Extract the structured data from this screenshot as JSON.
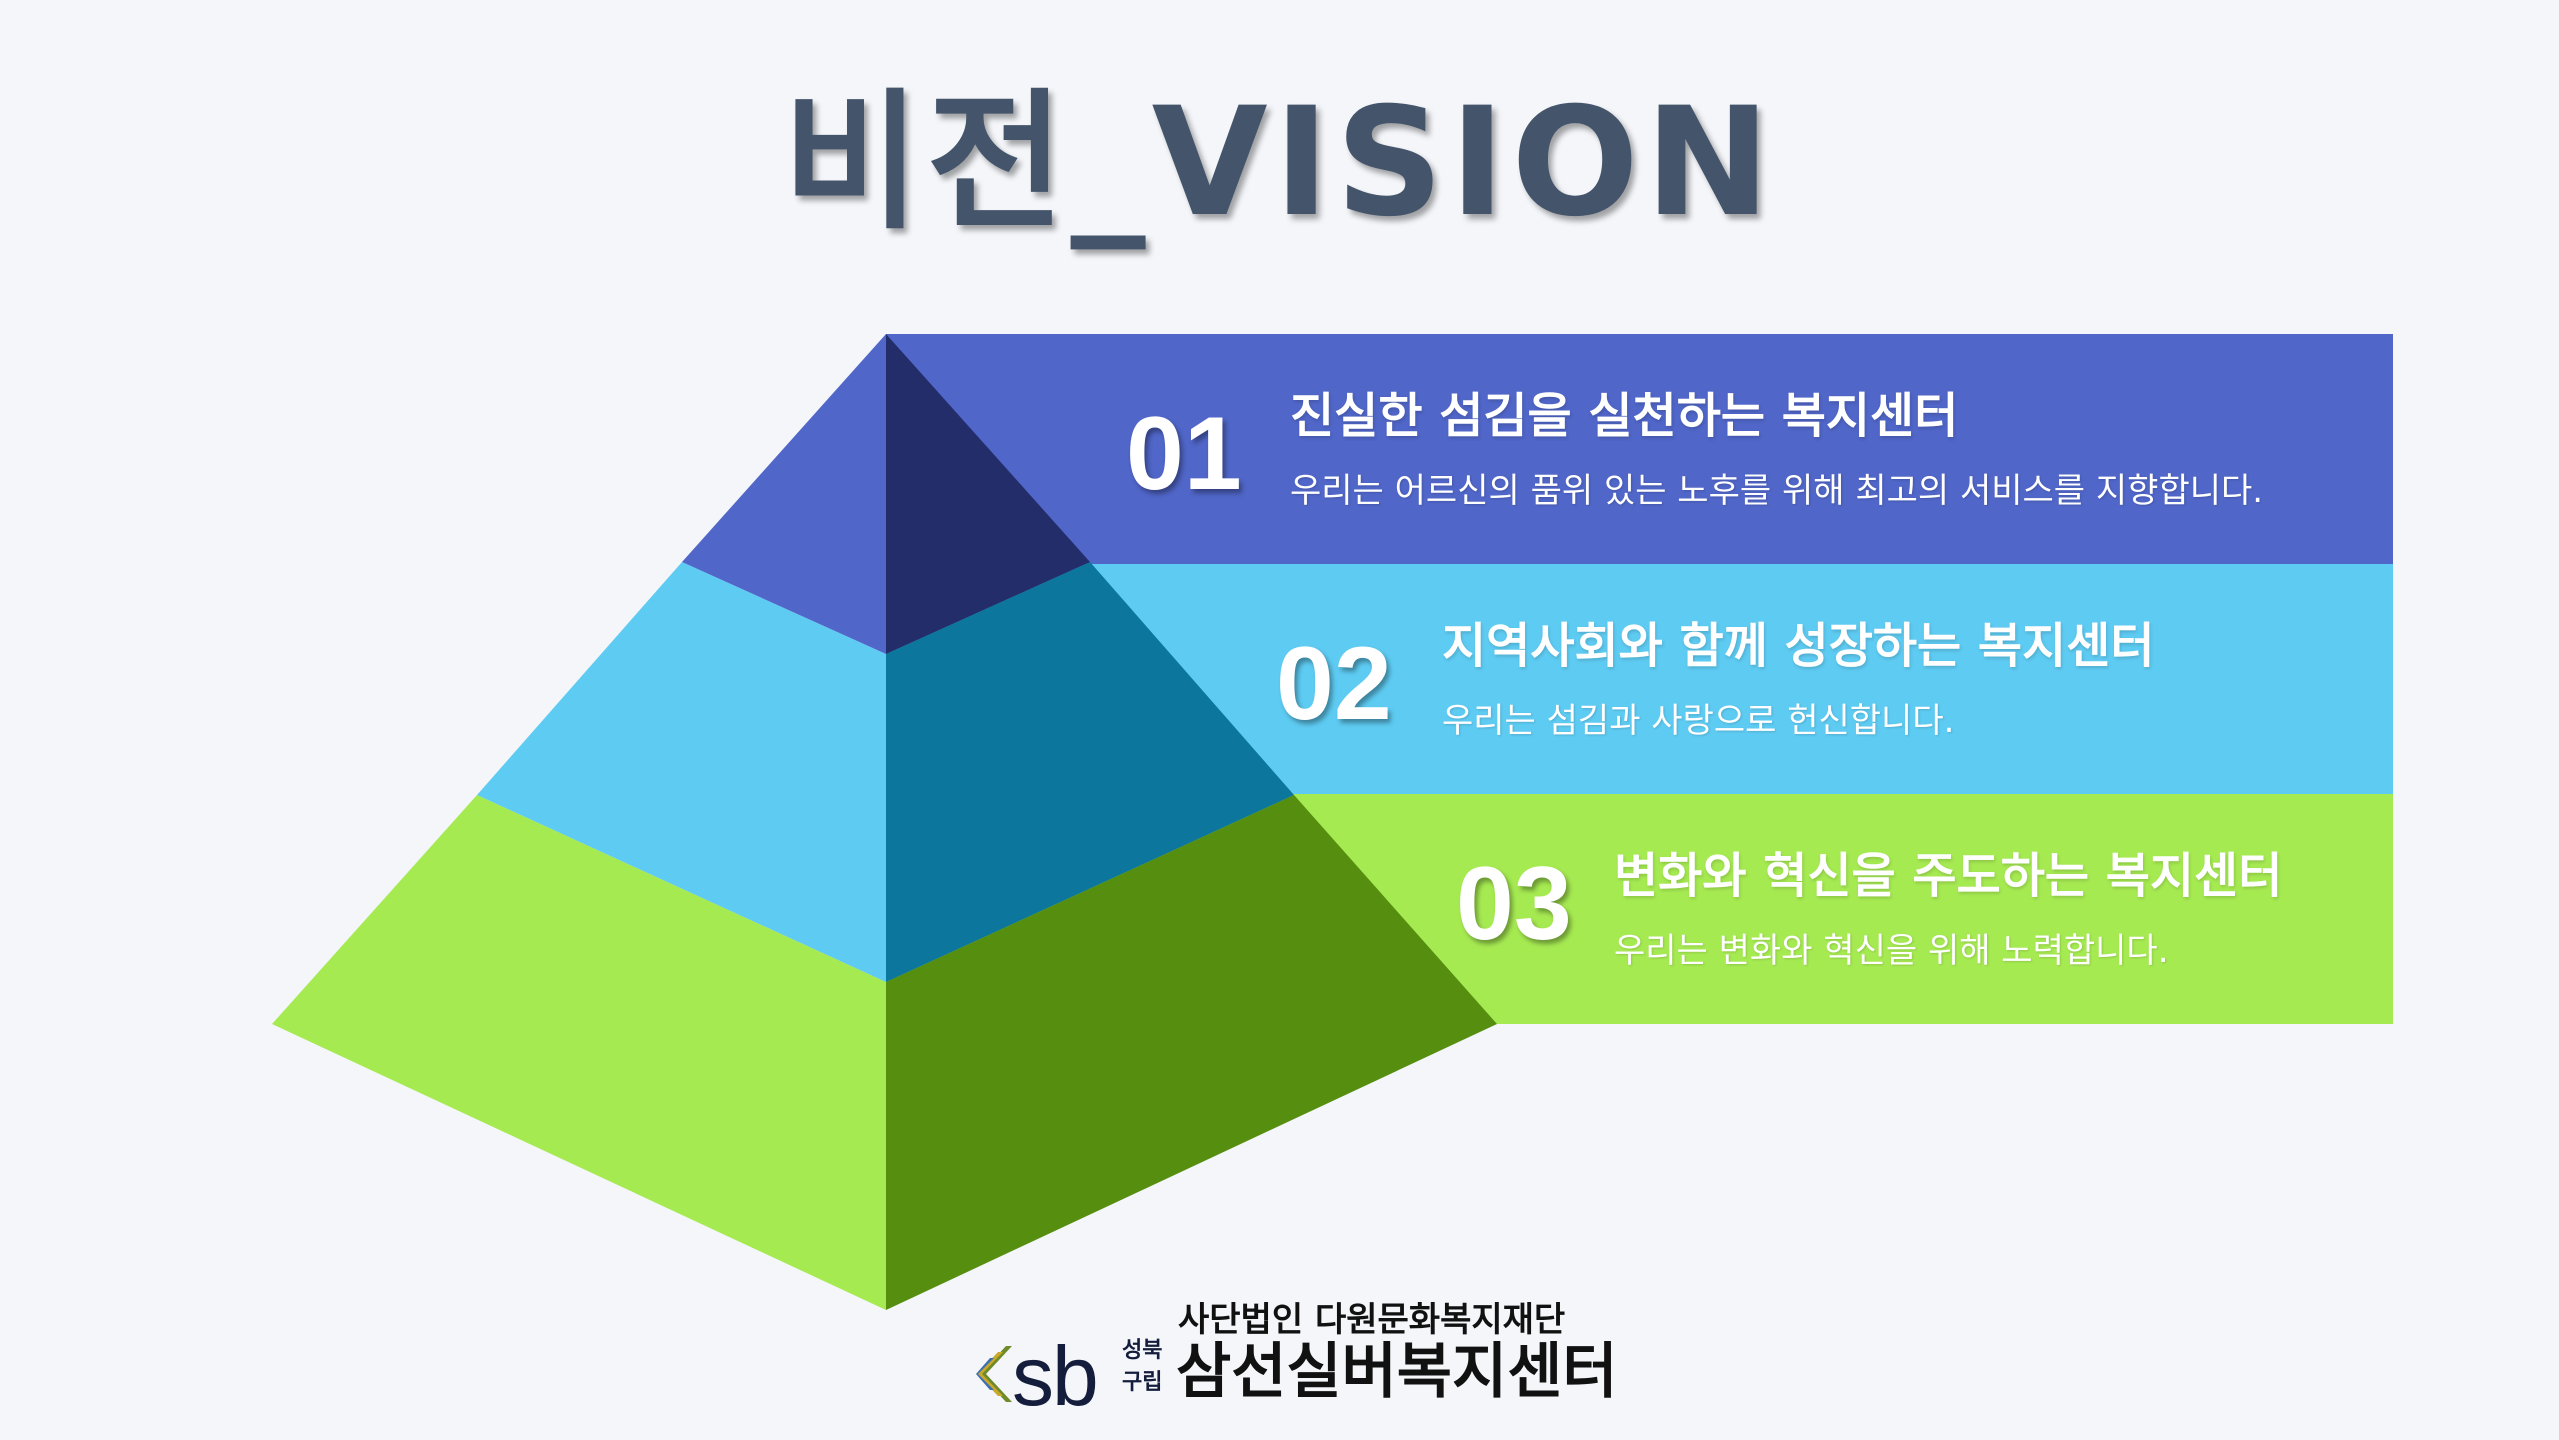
{
  "title": "비전_VISION",
  "colors": {
    "background": "#f4f6fa",
    "band1": "#5066c8",
    "band2": "#5ecbf2",
    "band3": "#a6ea52",
    "tier1_dark": "#222d6a",
    "tier2_dark": "#0c769c",
    "tier3_dark": "#568e10",
    "title": "#44546a"
  },
  "vision_items": [
    {
      "number": "01",
      "headline": "진실한 섬김을 실천하는 복지센터",
      "description": "우리는 어르신의 품위 있는 노후를 위해 최고의 서비스를 지향합니다."
    },
    {
      "number": "02",
      "headline": "지역사회와 함께 성장하는 복지센터",
      "description": "우리는 섬김과 사랑으로 헌신합니다."
    },
    {
      "number": "03",
      "headline": "변화와 혁신을 주도하는 복지센터",
      "description": "우리는 변화와 혁신을 위해 노력합니다."
    }
  ],
  "footer": {
    "organization": "사단법인 다원문화복지재단",
    "logo_letters": "sb",
    "logo_small_top": "성북",
    "logo_small_bottom": "구립",
    "center_name": "삼선실버복지센터",
    "logo_mark_icon": "striped-chevron-icon"
  }
}
